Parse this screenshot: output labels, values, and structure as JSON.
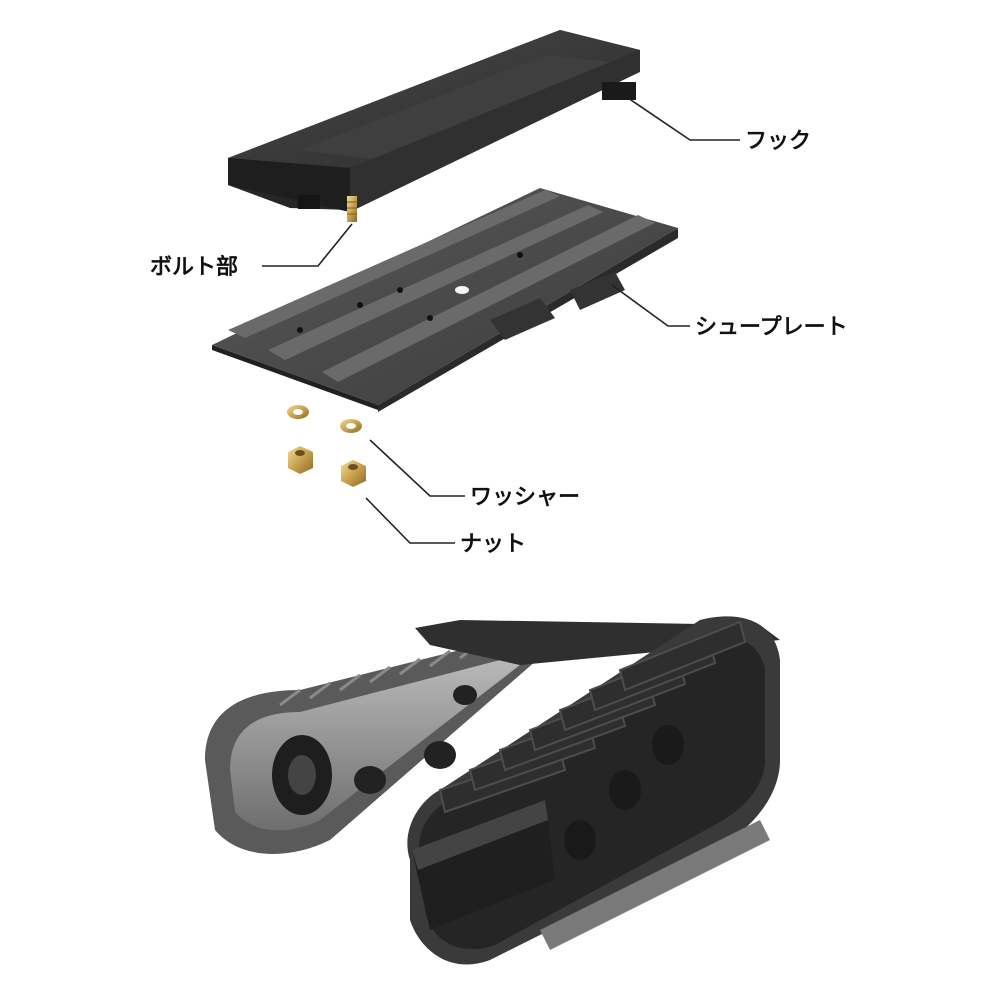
{
  "labels": {
    "hook": "フック",
    "bolt": "ボルト部",
    "shoe_plate": "シュープレート",
    "washer": "ワッシャー",
    "nut": "ナット"
  }
}
